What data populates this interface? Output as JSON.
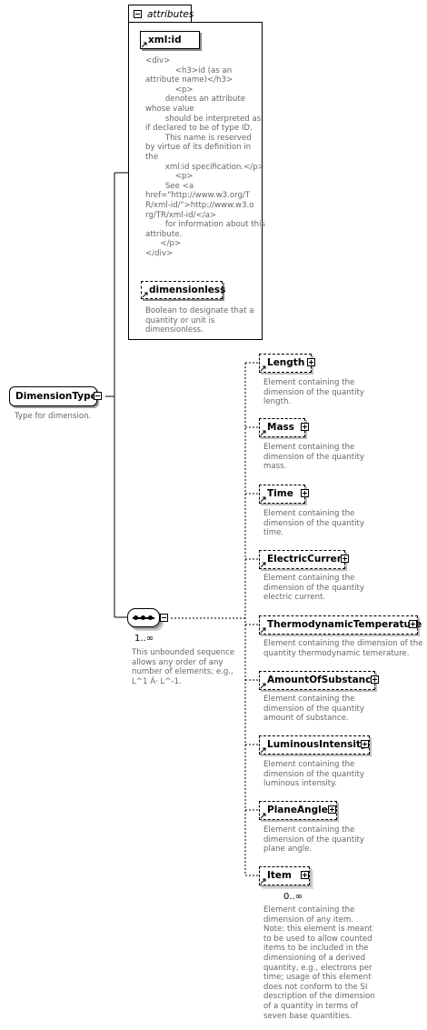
{
  "attributes_group": {
    "title": "attributes",
    "items": [
      {
        "name": "xml:id",
        "doc": "<div>\n            <h3>id (as an\nattribute name)</h3>\n            <p>\n        denotes an attribute\nwhose value\n        should be interpreted as\nif declared to be of type ID.\n        This name is reserved\nby virtue of its definition in\nthe\n        xml:id specification.</p>\n            <p>\n        See <a\nhref=\"http://www.w3.org/T\nR/xml-id/\">http://www.w3.o\nrg/TR/xml-id/</a>\n        for information about this\nattribute.\n      </p>\n</div>"
      },
      {
        "name": "dimensionless",
        "doc": "Boolean to designate that a\nquantity or unit is\ndimensionless."
      }
    ]
  },
  "root": {
    "name": "DimensionType",
    "doc": "Type for dimension."
  },
  "sequence": {
    "occurrence": "1..∞",
    "doc": "This unbounded sequence\nallows any order of any\nnumber of elements; e.g.,\nL^1 Á· L^-1."
  },
  "elements": [
    {
      "name": "Length",
      "doc": "Element containing the\ndimension of the quantity\nlength."
    },
    {
      "name": "Mass",
      "doc": "Element containing the\ndimension of the quantity\nmass."
    },
    {
      "name": "Time",
      "doc": "Element containing the\ndimension of the quantity\ntime."
    },
    {
      "name": "ElectricCurrent",
      "doc": "Element containing the\ndimension of the quantity\nelectric current."
    },
    {
      "name": "ThermodynamicTemperature",
      "doc": "Element containing the dimension of the\nquantity thermodynamic temerature."
    },
    {
      "name": "AmountOfSubstance",
      "doc": "Element containing the\ndimension of the quantity\namount of substance."
    },
    {
      "name": "LuminousIntensity",
      "doc": "Element containing the\ndimension of the quantity\nluminous intensity."
    },
    {
      "name": "PlaneAngle",
      "doc": "Element containing the\ndimension of the quantity\nplane angle."
    },
    {
      "name": "Item",
      "occurrence": "0..∞",
      "doc": "Element containing the\ndimension of any item.\nNote: this element is meant\nto be used to allow counted\nitems to be included in the\ndimensioning of a derived\nquantity, e.g., electrons per\ntime; usage of this element\ndoes not conform to the SI\ndescription of the dimension\nof a quantity in terms of\nseven base quantities."
    }
  ]
}
